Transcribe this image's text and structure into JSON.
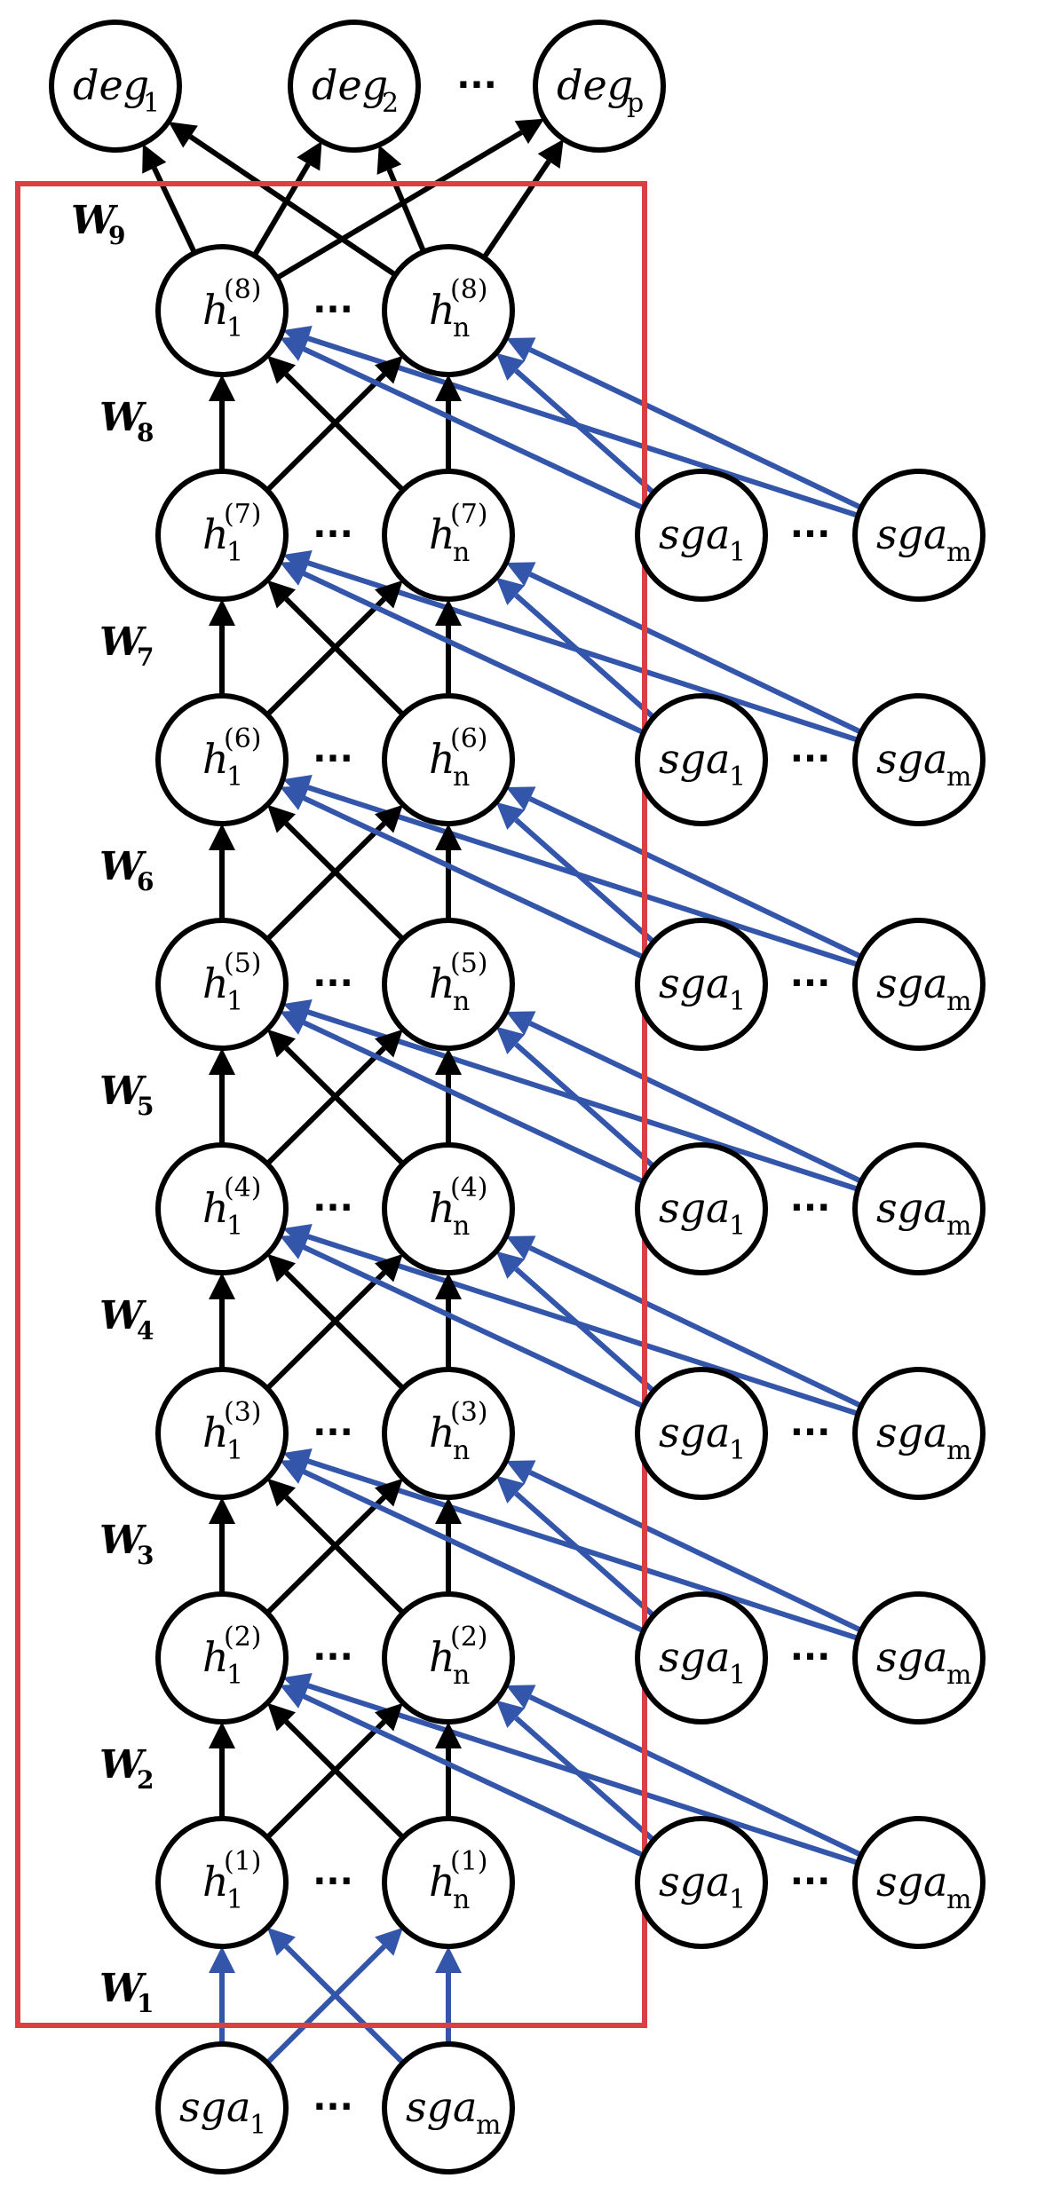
{
  "colors": {
    "black_edge": "#000000",
    "blue_edge": "#3355aa",
    "frame": "#d94044"
  },
  "output_nodes": [
    {
      "base": "deg",
      "sub": "1"
    },
    {
      "base": "deg",
      "sub": "2"
    },
    {
      "base": "deg",
      "sub": "p"
    }
  ],
  "output_dots": "···",
  "hidden_layers": [
    {
      "left": {
        "base": "h",
        "sub": "1",
        "sup": "(8)"
      },
      "right": {
        "base": "h",
        "sub": "n",
        "sup": "(8)"
      }
    },
    {
      "left": {
        "base": "h",
        "sub": "1",
        "sup": "(7)"
      },
      "right": {
        "base": "h",
        "sub": "n",
        "sup": "(7)"
      }
    },
    {
      "left": {
        "base": "h",
        "sub": "1",
        "sup": "(6)"
      },
      "right": {
        "base": "h",
        "sub": "n",
        "sup": "(6)"
      }
    },
    {
      "left": {
        "base": "h",
        "sub": "1",
        "sup": "(5)"
      },
      "right": {
        "base": "h",
        "sub": "n",
        "sup": "(5)"
      }
    },
    {
      "left": {
        "base": "h",
        "sub": "1",
        "sup": "(4)"
      },
      "right": {
        "base": "h",
        "sub": "n",
        "sup": "(4)"
      }
    },
    {
      "left": {
        "base": "h",
        "sub": "1",
        "sup": "(3)"
      },
      "right": {
        "base": "h",
        "sub": "n",
        "sup": "(3)"
      }
    },
    {
      "left": {
        "base": "h",
        "sub": "1",
        "sup": "(2)"
      },
      "right": {
        "base": "h",
        "sub": "n",
        "sup": "(2)"
      }
    },
    {
      "left": {
        "base": "h",
        "sub": "1",
        "sup": "(1)"
      },
      "right": {
        "base": "h",
        "sub": "n",
        "sup": "(1)"
      }
    }
  ],
  "hidden_dots": "···",
  "side_inputs": {
    "left": {
      "base": "sga",
      "sub": "1"
    },
    "right": {
      "base": "sga",
      "sub": "m"
    },
    "dots": "···"
  },
  "bottom_inputs": {
    "left": {
      "base": "sga",
      "sub": "1"
    },
    "right": {
      "base": "sga",
      "sub": "m"
    },
    "dots": "···"
  },
  "weight_labels": [
    {
      "base": "W",
      "sub": "9"
    },
    {
      "base": "W",
      "sub": "8"
    },
    {
      "base": "W",
      "sub": "7"
    },
    {
      "base": "W",
      "sub": "6"
    },
    {
      "base": "W",
      "sub": "5"
    },
    {
      "base": "W",
      "sub": "4"
    },
    {
      "base": "W",
      "sub": "3"
    },
    {
      "base": "W",
      "sub": "2"
    },
    {
      "base": "W",
      "sub": "1"
    }
  ]
}
